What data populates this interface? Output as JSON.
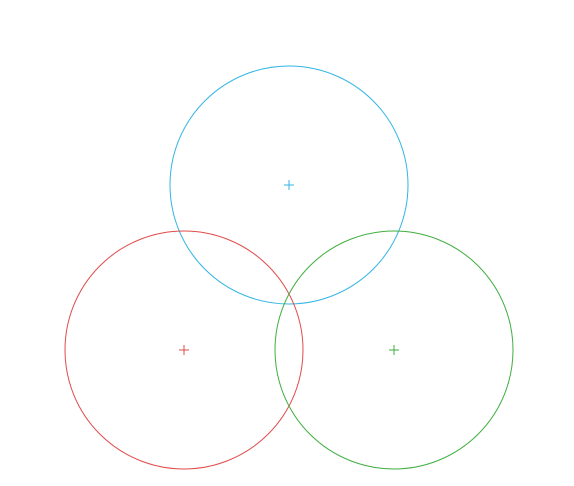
{
  "diagram": {
    "circles": [
      {
        "id": "top-circle",
        "color": "#33b5e5",
        "center_marker": "plus"
      },
      {
        "id": "left-circle",
        "color": "#e04b4b",
        "center_marker": "plus"
      },
      {
        "id": "right-circle",
        "color": "#3fae3f",
        "center_marker": "plus"
      }
    ],
    "background_color": "#ffffff"
  }
}
